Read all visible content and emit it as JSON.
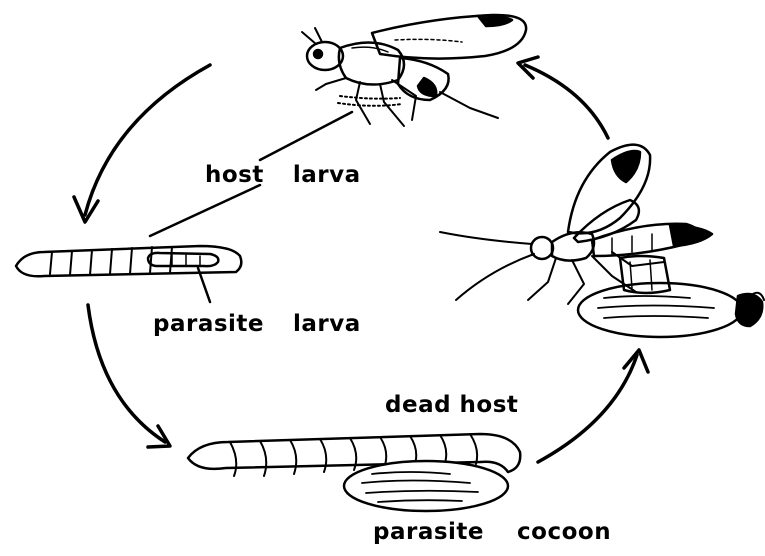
{
  "labels": {
    "host_larva": "host  larva",
    "parasite_larva": "parasite  larva",
    "dead_host": "dead host",
    "parasite_cocoon": "parasite  cocoon"
  },
  "colors": {
    "ink": "#000000",
    "background": "#ffffff"
  }
}
